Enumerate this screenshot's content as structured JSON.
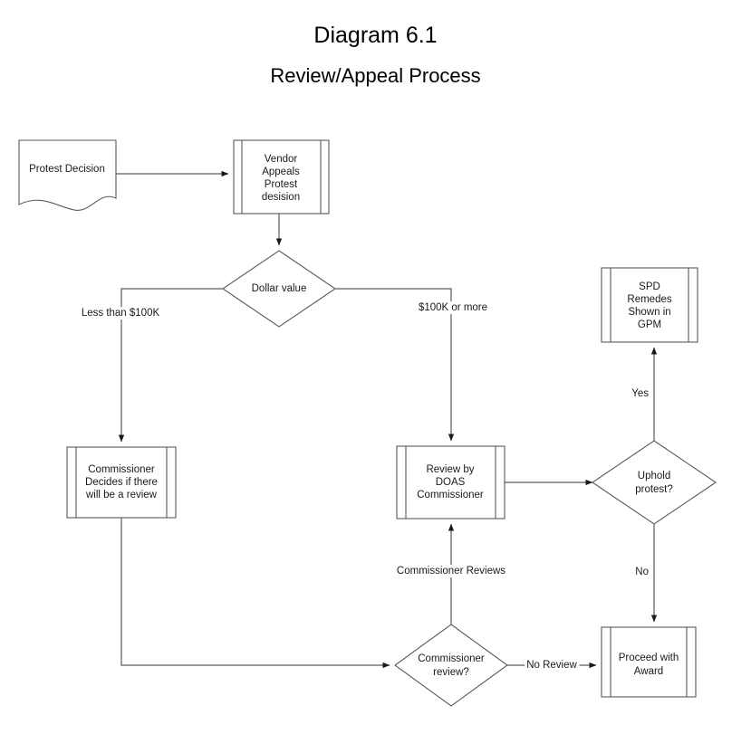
{
  "title": {
    "main": "Diagram 6.1",
    "subtitle": "Review/Appeal Process"
  },
  "nodes": {
    "protest_decision": {
      "label": "Protest Decision",
      "shape": "document"
    },
    "vendor_appeals": {
      "line1": "Vendor",
      "line2": "Appeals",
      "line3": "Protest",
      "line4": "desision",
      "shape": "predefined-process"
    },
    "dollar_value": {
      "label": "Dollar value",
      "shape": "decision"
    },
    "commissioner_decides": {
      "line1": "Commissioner",
      "line2": "Decides if there",
      "line3": "will be a review",
      "shape": "predefined-process"
    },
    "review_by_doas": {
      "line1": "Review by",
      "line2": "DOAS",
      "line3": "Commissioner",
      "shape": "predefined-process"
    },
    "uphold_protest": {
      "line1": "Uphold",
      "line2": "protest?",
      "shape": "decision"
    },
    "spd_remedies": {
      "line1": "SPD",
      "line2": "Remedes",
      "line3": "Shown in",
      "line4": "GPM",
      "shape": "predefined-process"
    },
    "commissioner_review": {
      "line1": "Commissioner",
      "line2": "review?",
      "shape": "decision"
    },
    "proceed_with_award": {
      "line1": "Proceed with",
      "line2": "Award",
      "shape": "predefined-process"
    }
  },
  "edge_labels": {
    "less_than_100k": "Less than $100K",
    "hundred_k_or_more": "$100K or more",
    "yes": "Yes",
    "no": "No",
    "commissioner_reviews": "Commissioner Reviews",
    "no_review": "No Review"
  },
  "colors": {
    "stroke": "#5a5a5a",
    "text": "#1a1a1a",
    "background": "#ffffff"
  }
}
